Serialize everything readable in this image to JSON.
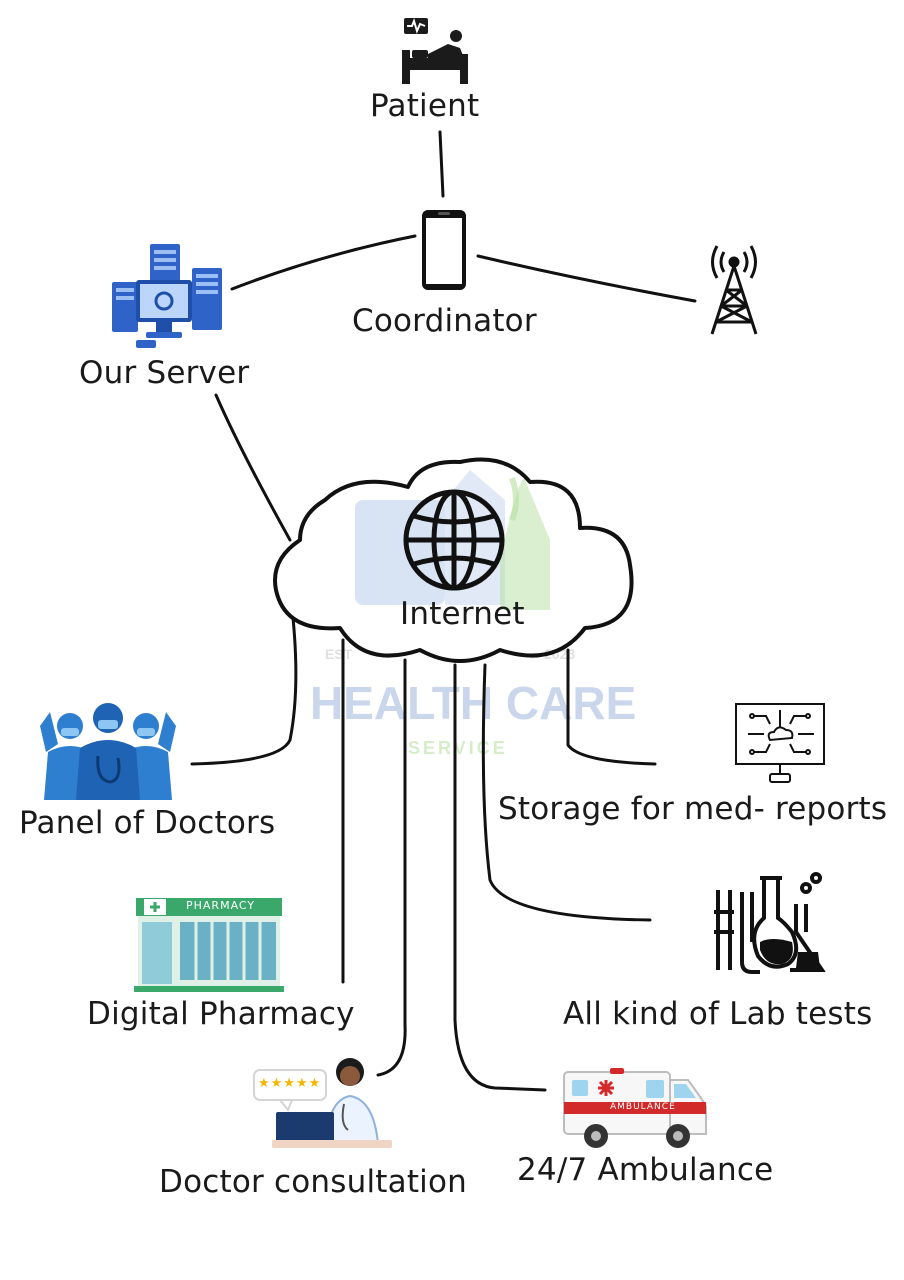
{
  "nodes": {
    "patient": "Patient",
    "coordinator": "Coordinator",
    "our_server": "Our Server",
    "internet": "Internet",
    "panel_of_doctors": "Panel of Doctors",
    "storage": "Storage for med- reports",
    "digital_pharmacy": "Digital Pharmacy",
    "lab_tests": "All kind of Lab tests",
    "doctor_consultation": "Doctor consultation",
    "ambulance": "24/7 Ambulance"
  },
  "icon_text": {
    "pharmacy_sign": "PHARMACY",
    "ambulance_sign": "AMBULANCE",
    "rating_stars": "★★★★★"
  },
  "watermark": {
    "title": "HEALTH CARE",
    "subtitle": "SERVICE",
    "est_left": "EST",
    "est_right": "2023"
  },
  "icons": {
    "patient": "hospital-bed-icon",
    "coordinator": "smartphone-icon",
    "tower": "cell-tower-icon",
    "server": "server-icon",
    "internet": "globe-icon",
    "doctors": "doctors-group-icon",
    "storage": "cloud-monitor-icon",
    "pharmacy": "pharmacy-store-icon",
    "lab": "lab-flasks-icon",
    "consultation": "doctor-laptop-icon",
    "ambulance": "ambulance-icon"
  },
  "colors": {
    "line": "#111111",
    "watermark_blue": "#9fb6dd",
    "watermark_green": "#b5e0a0",
    "pharmacy_green": "#3aa86b",
    "doctor_blue": "#2f7fd0",
    "ambulance_red": "#d22a2a"
  }
}
